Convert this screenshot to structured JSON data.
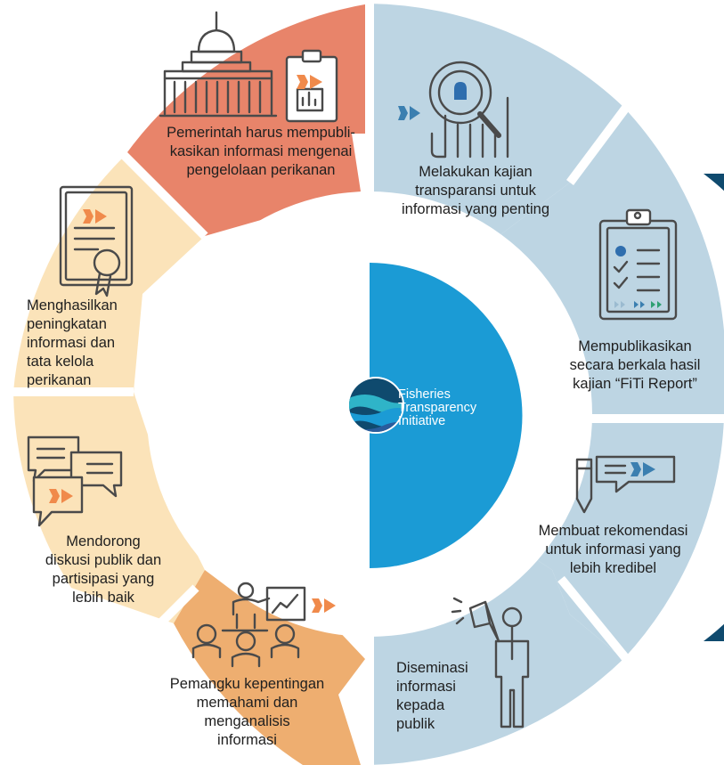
{
  "center": {
    "logo_lines": [
      "Fisheries",
      "Transparency",
      "Initiative"
    ]
  },
  "segments": [
    {
      "id": "government",
      "lines": [
        "Pemerintah harus mempubli-",
        "kasikan informasi mengenai",
        "pengelolaan perikanan"
      ]
    },
    {
      "id": "study",
      "lines": [
        "Melakukan kajian",
        "transparansi untuk",
        "informasi yang penting"
      ]
    },
    {
      "id": "publish",
      "lines": [
        "Mempublikasikan",
        "secara berkala hasil",
        "kajian “FiTi Report”"
      ]
    },
    {
      "id": "recommend",
      "lines": [
        "Membuat rekomendasi",
        "untuk informasi yang",
        "lebih kredibel"
      ]
    },
    {
      "id": "disseminate",
      "lines": [
        "Diseminasi",
        "informasi",
        "kepada",
        "publik"
      ]
    },
    {
      "id": "stakeholders",
      "lines": [
        "Pemangku kepentingan",
        "memahami dan",
        "menganalisis",
        "informasi"
      ]
    },
    {
      "id": "discussion",
      "lines": [
        "Mendorong",
        "diskusi publik dan",
        "partisipasi yang",
        "lebih baik"
      ]
    },
    {
      "id": "improvement",
      "lines": [
        "Menghasilkan",
        "peningkatan",
        "informasi dan",
        "tata kelola",
        "perikanan"
      ]
    }
  ],
  "colors": {
    "orange_red": "#E8846A",
    "orange": "#EEAE70",
    "pale_yellow": "#FBE3B9",
    "light_blue": "#BDD5E3",
    "center_blue": "#1B9BD5",
    "navy": "#0F4A6E",
    "line_gray": "#4A4A4A",
    "fish_orange": "#F08A4B",
    "fish_blue": "#3B7FB0",
    "check_blue": "#2F6EAE"
  },
  "icons": {
    "government": "capitol-building-icon",
    "report": "clipboard-chart-icon",
    "study": "magnifying-glass-icon",
    "publish": "checklist-clipboard-icon",
    "recommend": "pencil-speech-icon",
    "disseminate": "megaphone-person-icon",
    "stakeholders": "presentation-audience-icon",
    "discussion": "speech-bubbles-icon",
    "improvement": "certificate-icon"
  }
}
